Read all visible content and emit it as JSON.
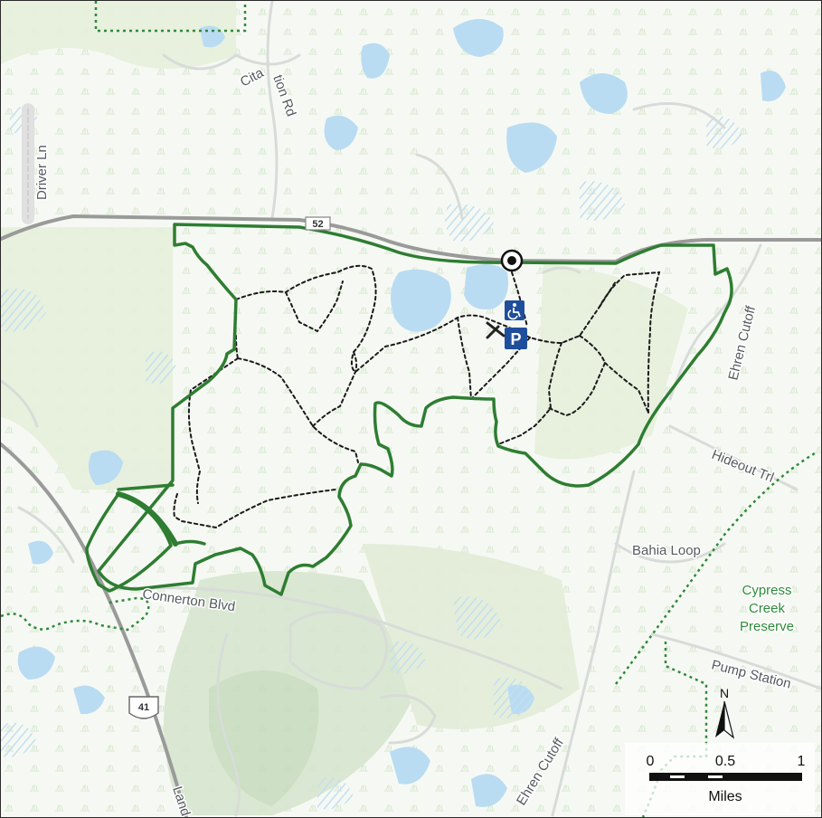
{
  "map": {
    "roads": {
      "citation_rd": "Citation Rd",
      "driver_ln": "Driver Ln",
      "ehren_cutoff_north": "Ehren Cutoff",
      "ehren_cutoff_south": "Ehren Cutoff",
      "hideout_trl": "Hideout Trl",
      "bahia_loop": "Bahia Loop",
      "pump_station": "Pump Station",
      "connerton_blvd": "Connerton Blvd",
      "land_o_lakes": "Land"
    },
    "shields": {
      "sr52": "52",
      "us41": "41"
    },
    "preserve": {
      "line1": "Cypress",
      "line2": "Creek",
      "line3": "Preserve"
    },
    "scale_bar": {
      "tick_0": "0",
      "tick_mid": "0.5",
      "tick_end": "1",
      "units": "Miles"
    },
    "north_arrow": {
      "label": "N"
    },
    "icons": [
      "trailhead-icon",
      "accessible-icon",
      "parking-icon",
      "airstrip-icon",
      "north-arrow-icon"
    ],
    "colors": {
      "boundary": "#2e7d32",
      "preserve_boundary": "#2f8a3a",
      "trail": "#1a1a1a",
      "water": "#b9dcf2",
      "highway": "#9a9a9a",
      "parking_sign": "#1f4e9c",
      "wetland_hatch": "#c9e3f2"
    }
  }
}
